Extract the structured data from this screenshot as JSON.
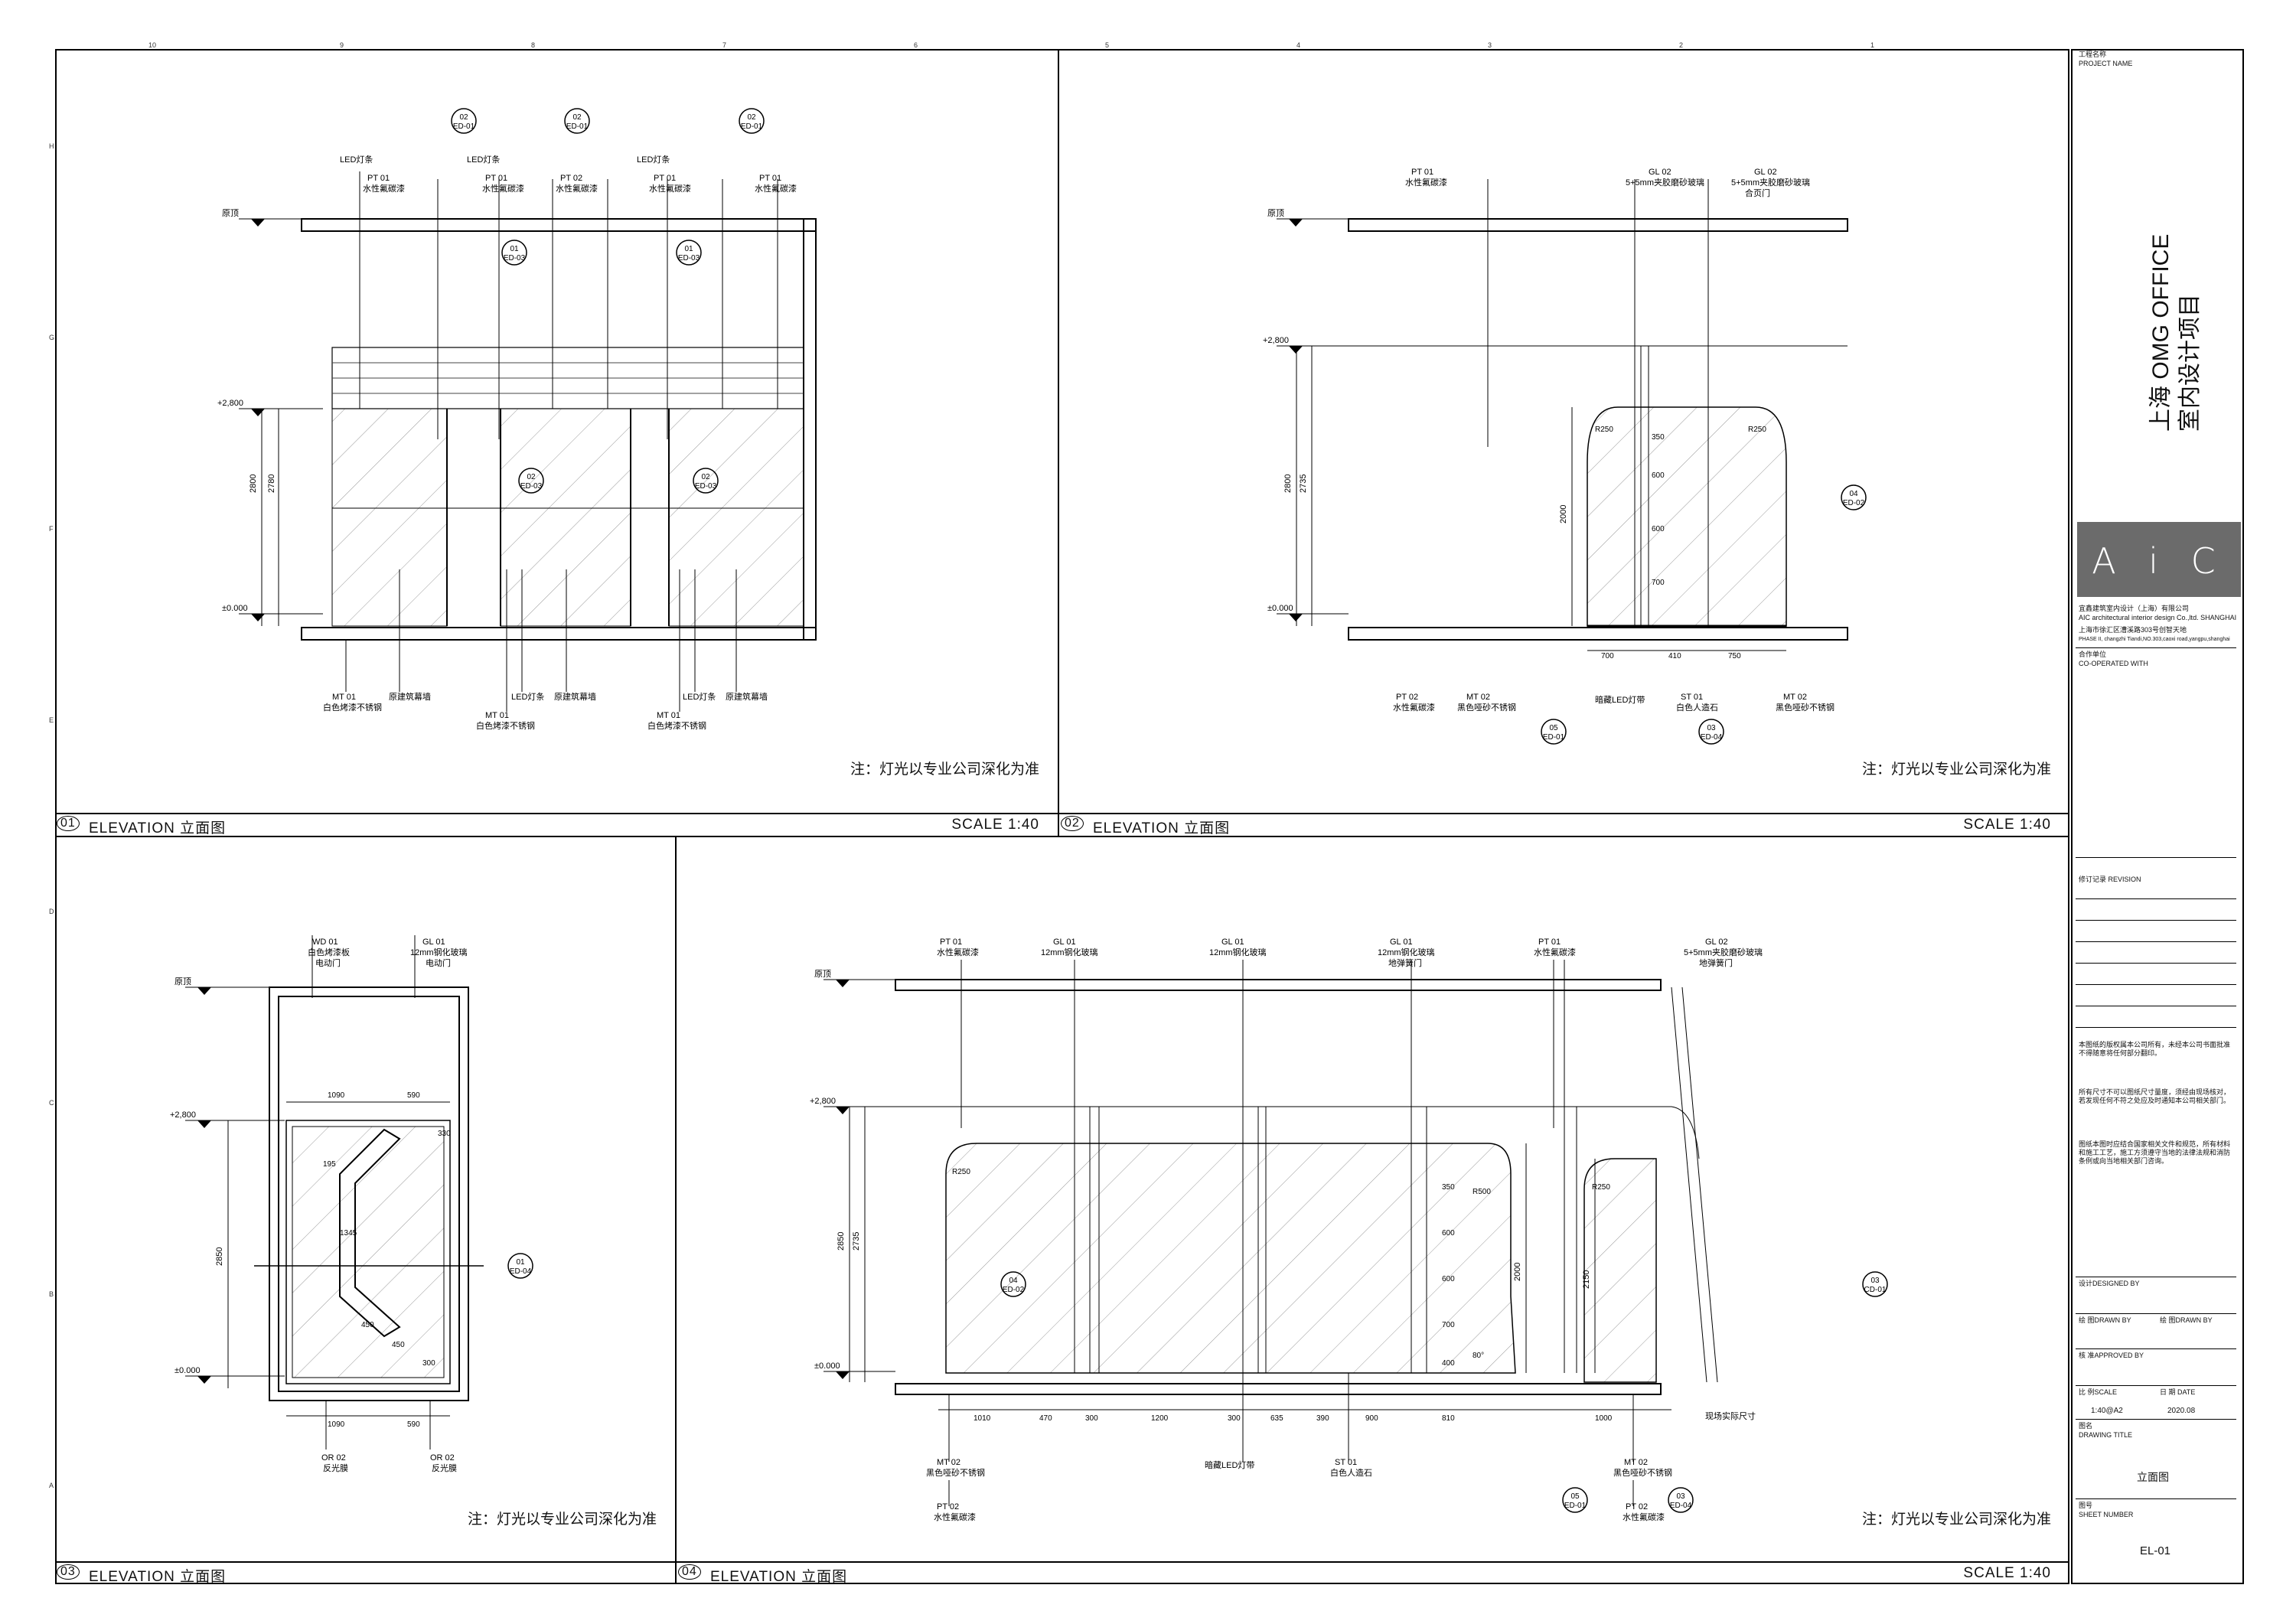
{
  "panels": [
    {
      "num": "01",
      "name": "ELEVATION   立面图",
      "scale": "SCALE  1:40",
      "note": "注：灯光以专业公司深化为准"
    },
    {
      "num": "02",
      "name": "ELEVATION   立面图",
      "scale": "SCALE  1:40",
      "note": "注：灯光以专业公司深化为准"
    },
    {
      "num": "03",
      "name": "ELEVATION   立面图",
      "scale": "",
      "note": "注：灯光以专业公司深化为准"
    },
    {
      "num": "04",
      "name": "ELEVATION   立面图",
      "scale": "SCALE  1:40",
      "note": "注：灯光以专业公司深化为准"
    }
  ],
  "labels": {
    "ceiling": "原顶",
    "level_2800": "+2,800",
    "level_0": "±0.000",
    "led": "LED灯条",
    "pt01": "PT  01",
    "pt02": "PT  02",
    "paint": "水性氟碳漆",
    "mt01": "MT  01",
    "mt02": "MT  02",
    "mt01_desc": "白色烤漆不锈钢",
    "mt02_desc": "黑色哑砂不锈钢",
    "curtain": "原建筑幕墙",
    "gl02": "GL  02",
    "gl01": "GL  01",
    "glass_5_5": "5+5mm夹胶磨砂玻璃",
    "glass_door": "合页门",
    "glass12": "12mm钢化玻璃",
    "floor_door": "地弹簧门",
    "hidden_led": "暗藏LED灯带",
    "st01": "ST  01",
    "stone": "白色人造石",
    "wd01": "WD  01",
    "wood": "白色烤漆板",
    "auto_door": "电动门",
    "glass12_auto": "12mm钢化玻璃",
    "or02": "OR  02",
    "reflect": "反光膜",
    "site": "现场实际尺寸"
  },
  "callouts": {
    "p1": [
      [
        "02",
        "ED-01"
      ],
      [
        "02",
        "ED-01"
      ],
      [
        "02",
        "ED-01"
      ],
      [
        "01",
        "ED-03"
      ],
      [
        "01",
        "ED-03"
      ],
      [
        "02",
        "ED-03"
      ],
      [
        "02",
        "ED-03"
      ]
    ],
    "p2": [
      [
        "04",
        "ED-02"
      ],
      [
        "05",
        "ED-01"
      ],
      [
        "03",
        "ED-04"
      ]
    ],
    "p3": [
      [
        "01",
        "ED-04"
      ]
    ],
    "p4": [
      [
        "04",
        "ED-02"
      ],
      [
        "03",
        "CD-01"
      ],
      [
        "05",
        "ED-01"
      ],
      [
        "03",
        "ED-04"
      ]
    ]
  },
  "dims": {
    "p1_h": [
      "2800",
      "2780"
    ],
    "p2_h": [
      "2800",
      "2735",
      "2000"
    ],
    "p2_w": [
      "700",
      "410",
      "750"
    ],
    "p2_v": [
      "350",
      "600",
      "600",
      "700"
    ],
    "p2_r": [
      "R250",
      "R250"
    ],
    "p3_w": [
      "1090",
      "590"
    ],
    "p3_h": [
      "2850"
    ],
    "p3_misc": [
      "195",
      "1345",
      "450",
      "450",
      "300",
      "330"
    ],
    "p4_h": [
      "2850",
      "2735",
      "2000",
      "2150"
    ],
    "p4_w": [
      "1010",
      "470",
      "300",
      "1200",
      "300",
      "635",
      "390",
      "900",
      "810",
      "1000"
    ],
    "p4_v": [
      "350",
      "600",
      "600",
      "700",
      "400"
    ],
    "p4_r": [
      "R250",
      "R500",
      "R250",
      "80°"
    ]
  },
  "title_block": {
    "project_label": "工程名称",
    "project_label_en": "PROJECT NAME",
    "project_title_1": "上海 OMG OFFICE",
    "project_title_2": "室内设计项目",
    "logo": "A i C",
    "company_cn": "宜鑫建筑室内设计（上海）有限公司",
    "company_en": "AIC architectural interior design Co.,ltd. SHANGHAI",
    "address_cn": "上海市徐汇区漕溪路303号创智天地",
    "address_en": "PHASE II, changzhi Tiandi,NO.303,caoxi road,yangpu,shanghai",
    "coop_label": "合作单位",
    "coop_en": "CO-OPERATED WITH",
    "revision": "修订记录   REVISION",
    "notice_1": "本图纸的版权属本公司所有，未经本公司书面批准不得随意将任何部分翻印。",
    "notice_2": "所有尺寸不可以图纸尺寸量度，须经由现场核对，若发现任何不符之处应及时通知本公司相关部门。",
    "notice_3": "图纸本图时应结合国家相关文件和规范，所有材料和施工工艺，施工方须遵守当地的法律法规和消防条例或向当地相关部门咨询。",
    "designed": "设计DESIGNED BY",
    "drawn": "绘 图DRAWN BY",
    "checked": "绘 图DRAWN BY",
    "approved": "核 准APPROVED BY",
    "scale_label": "比 例SCALE",
    "date_label": "日 期 DATE",
    "scale_value": "1:40@A2",
    "date_value": "2020.08",
    "drawing_title_label": "图名",
    "drawing_title_en": "DRAWING TITLE",
    "drawing_title": "立面图",
    "sheet_label": "图号",
    "sheet_en": "SHEET NUMBER",
    "sheet_number": "EL-01"
  },
  "ruler_top": [
    "10",
    "9",
    "8",
    "7",
    "6",
    "5",
    "4",
    "3",
    "2",
    "1"
  ],
  "ruler_left": [
    "H",
    "G",
    "F",
    "E",
    "D",
    "C",
    "B",
    "A"
  ]
}
